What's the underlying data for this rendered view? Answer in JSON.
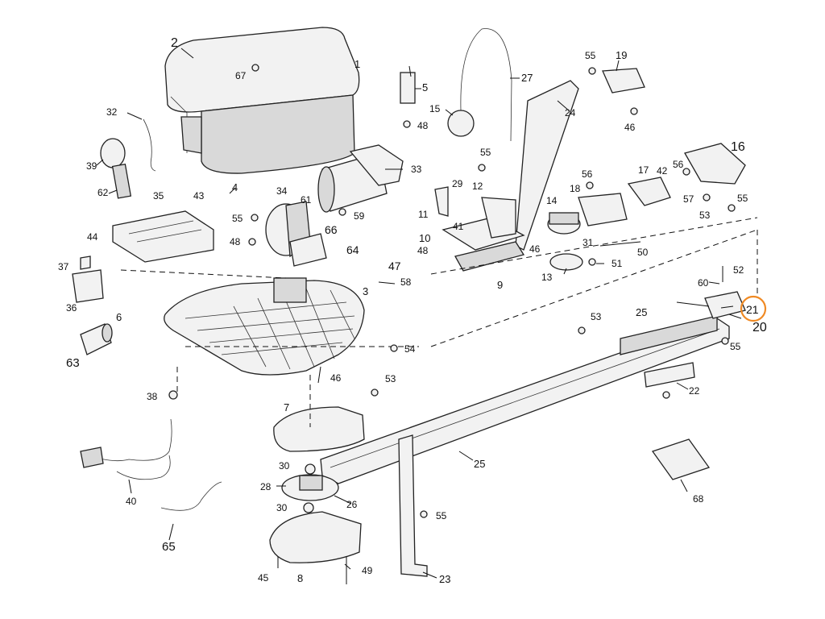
{
  "labels": {
    "l1": "1",
    "l2": "2",
    "l3": "3",
    "l4": "4",
    "l5": "5",
    "l6": "6",
    "l7": "7",
    "l8": "8",
    "l9": "9",
    "l10": "10",
    "l11": "11",
    "l12": "12",
    "l13": "13",
    "l14": "14",
    "l15": "15",
    "l16": "16",
    "l17": "17",
    "l18": "18",
    "l19": "19",
    "l20": "20",
    "l21": "21",
    "l22": "22",
    "l23": "23",
    "l24": "24",
    "l25a": "25",
    "l25b": "25",
    "l26": "26",
    "l27": "27",
    "l28": "28",
    "l29": "29",
    "l30a": "30",
    "l30b": "30",
    "l31": "31",
    "l32": "32",
    "l33": "33",
    "l34": "34",
    "l35": "35",
    "l36": "36",
    "l37": "37",
    "l38": "38",
    "l39": "39",
    "l40": "40",
    "l41": "41",
    "l42": "42",
    "l43": "43",
    "l44": "44",
    "l45": "45",
    "l46a": "46",
    "l46b": "46",
    "l46c": "46",
    "l47": "47",
    "l48a": "48",
    "l48b": "48",
    "l48c": "48",
    "l49": "49",
    "l50": "50",
    "l51": "51",
    "l52": "52",
    "l53a": "53",
    "l53b": "53",
    "l53c": "53",
    "l54": "54",
    "l55a": "55",
    "l55b": "55",
    "l55c": "55",
    "l55d": "55",
    "l55e": "55",
    "l55f": "55",
    "l56a": "56",
    "l56b": "56",
    "l57": "57",
    "l58": "58",
    "l59": "59",
    "l60": "60",
    "l61": "61",
    "l62": "62",
    "l63": "63",
    "l64": "64",
    "l65": "65",
    "l66": "66",
    "l67": "67",
    "l68": "68"
  },
  "highlight": {
    "color": "#f08a24",
    "target_label": "21"
  }
}
